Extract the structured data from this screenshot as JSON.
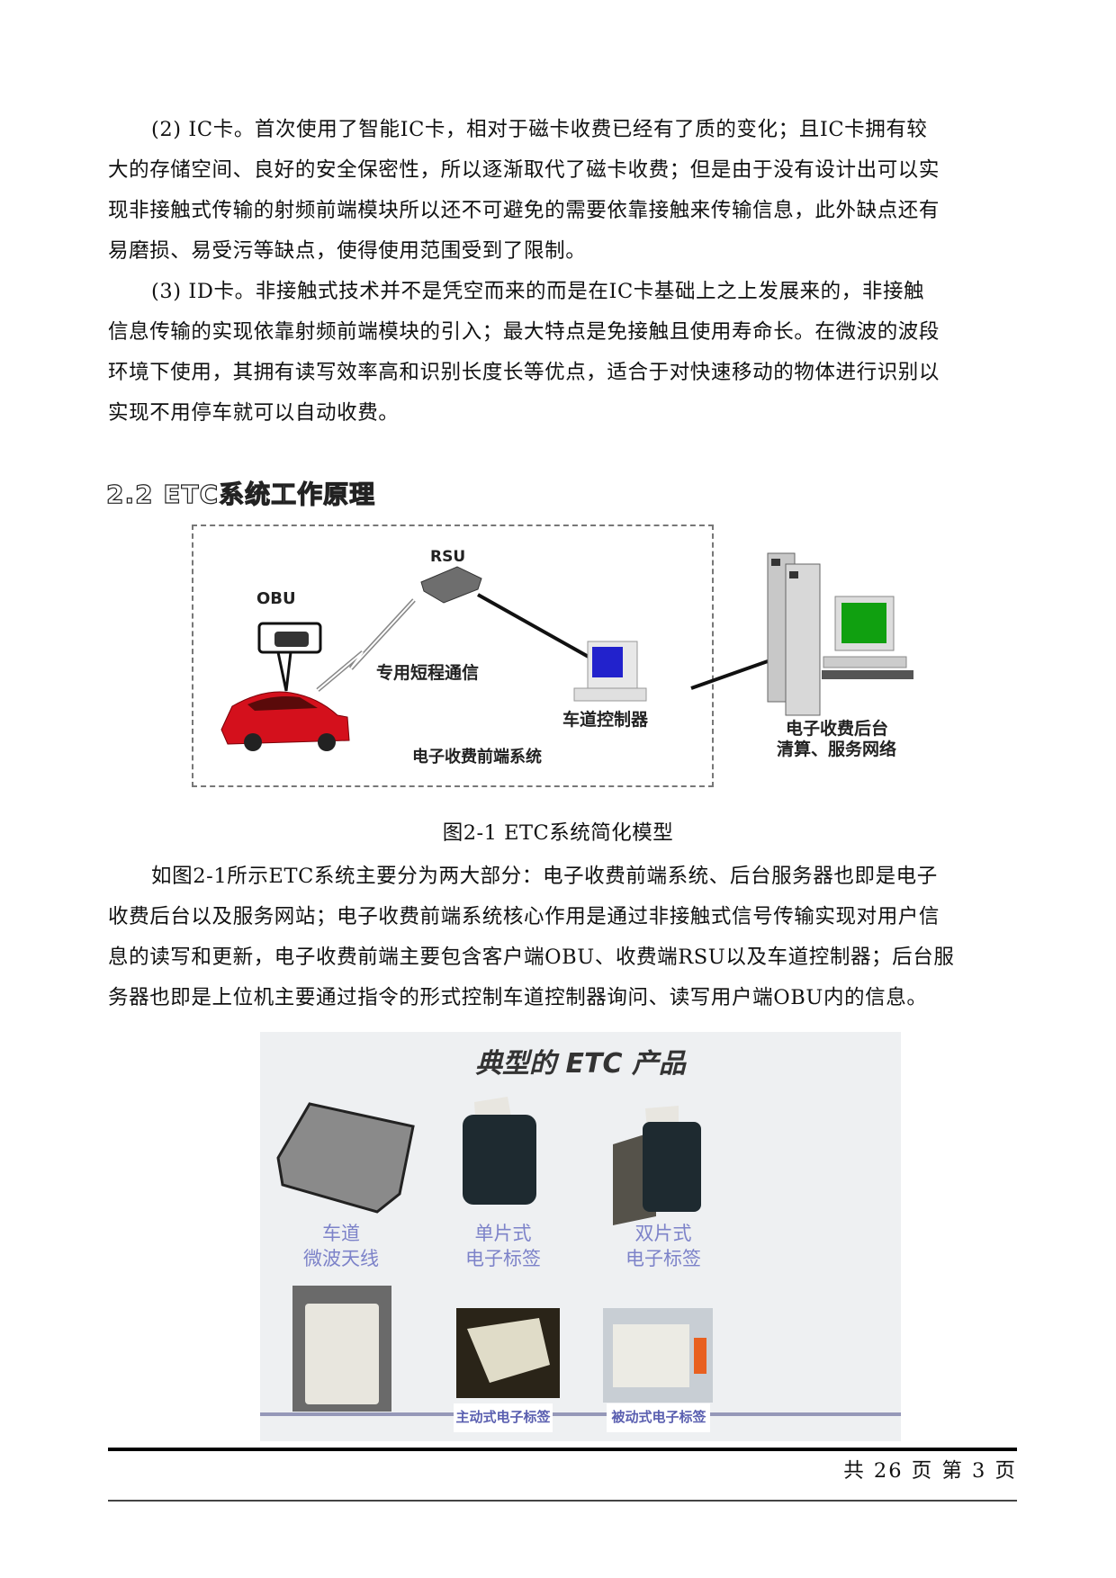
{
  "body": {
    "para_ic": [
      "(2) IC卡。首次使用了智能IC卡，相对于磁卡收费已经有了质的变化；且IC卡拥有较",
      "大的存储空间、良好的安全保密性，所以逐渐取代了磁卡收费；但是由于没有设计出可以实",
      "现非接触式传输的射频前端模块所以还不可避免的需要依靠接触来传输信息，此外缺点还有",
      "易磨损、易受污等缺点，使得使用范围受到了限制。"
    ],
    "para_id": [
      "(3) ID卡。非接触式技术并不是凭空而来的而是在IC卡基础上之上发展来的，非接触",
      "信息传输的实现依靠射频前端模块的引入；最大特点是免接触且使用寿命长。在微波的波段",
      "环境下使用，其拥有读写效率高和识别长度长等优点，适合于对快速移动的物体进行识别以",
      "实现不用停车就可以自动收费。"
    ],
    "section_heading": "2.2 ETC系统工作原理",
    "para_fig": [
      "如图2-1所示ETC系统主要分为两大部分：电子收费前端系统、后台服务器也即是电子",
      "收费后台以及服务网站；电子收费前端系统核心作用是通过非接触式信号传输实现对用户信",
      "息的读写和更新，电子收费前端主要包含客户端OBU、收费端RSU以及车道控制器；后台服",
      "务器也即是上位机主要通过指令的形式控制车道控制器询问、读写用户端OBU内的信息。"
    ]
  },
  "figure1": {
    "caption": "图2-1 ETC系统简化模型",
    "labels": {
      "obu": "OBU",
      "rsu": "RSU",
      "dsrc": "专用短程通信",
      "lane_controller": "车道控制器",
      "frontend_system": "电子收费前端系统",
      "backend_line1": "电子收费后台",
      "backend_line2": "清算、服务网络"
    },
    "colors": {
      "car": "#d4101c",
      "lane_screen": "#2222cc",
      "backend_screen": "#10a010"
    }
  },
  "figure2": {
    "title": "典型的 ETC 产品",
    "products_top": [
      {
        "line1": "车道",
        "line2": "微波天线"
      },
      {
        "line1": "单片式",
        "line2": "电子标签"
      },
      {
        "line1": "双片式",
        "line2": "电子标签"
      }
    ],
    "products_bottom": [
      {
        "label": ""
      },
      {
        "label": "主动式电子标签"
      },
      {
        "label": "被动式电子标签"
      }
    ],
    "label_color": "#7d83c9"
  },
  "footer": {
    "page_info": "共 26 页  第 3 页"
  }
}
